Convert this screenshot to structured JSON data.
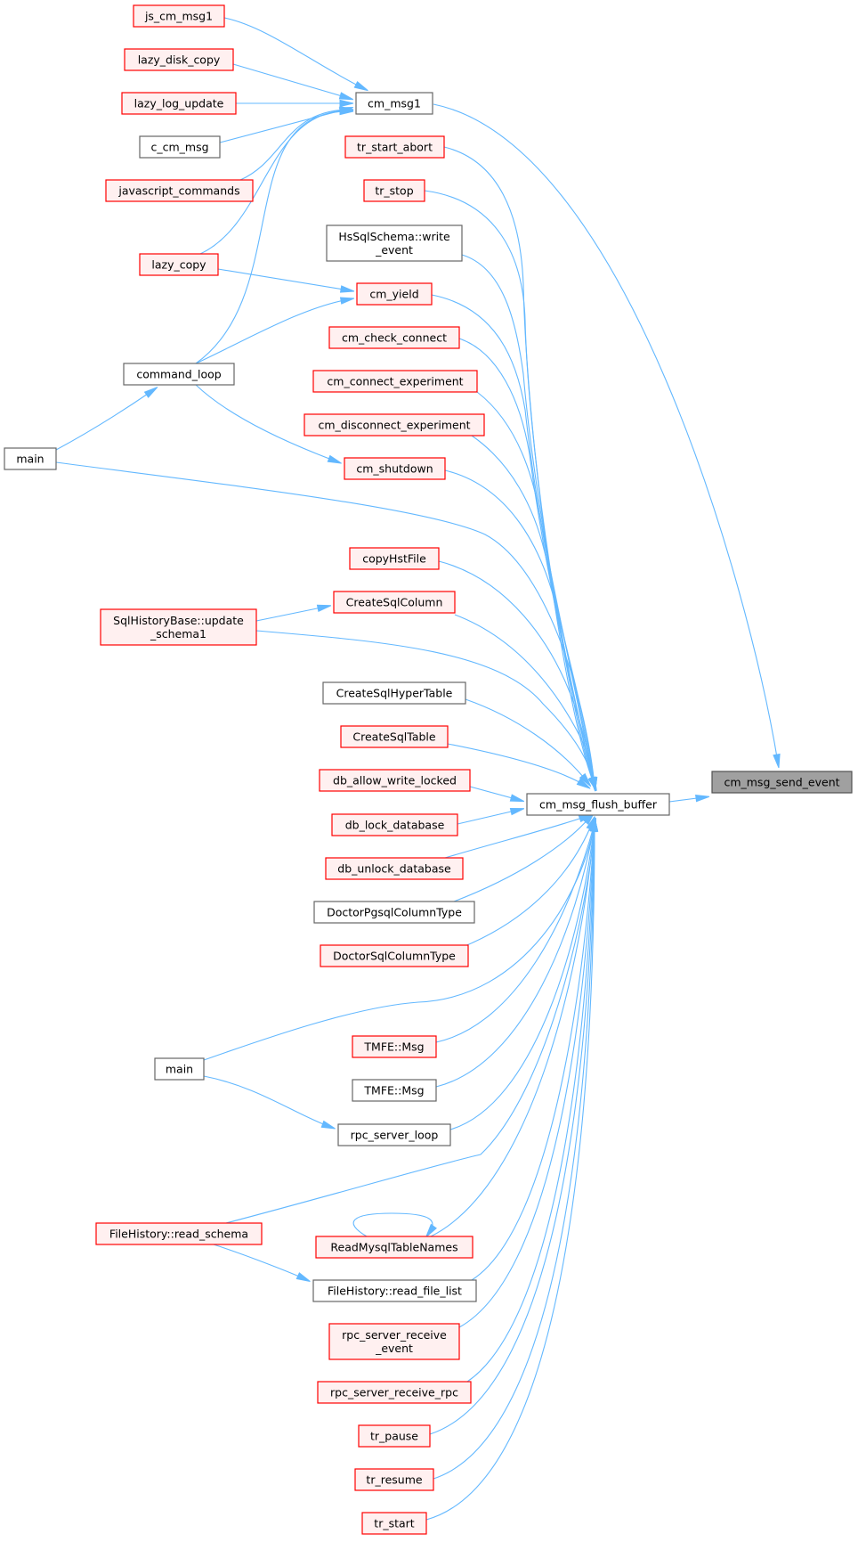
{
  "colors": {
    "edge": "#63b8ff",
    "focus_fill": "#a0a0a0",
    "focus_stroke": "#505050",
    "incomplete_fill": "#fff0f0",
    "incomplete_stroke": "#ff0000",
    "complete_fill": "#ffffff",
    "complete_stroke": "#666666"
  },
  "nodes": [
    {
      "id": "cm_msg_send_event",
      "lines": [
        "cm_msg_send_event"
      ],
      "style": "focus"
    },
    {
      "id": "cm_msg_flush_buffer",
      "lines": [
        "cm_msg_flush_buffer"
      ],
      "style": "complete"
    },
    {
      "id": "cm_msg1",
      "lines": [
        "cm_msg1"
      ],
      "style": "complete"
    },
    {
      "id": "js_cm_msg1",
      "lines": [
        "js_cm_msg1"
      ],
      "style": "incomplete"
    },
    {
      "id": "lazy_disk_copy",
      "lines": [
        "lazy_disk_copy"
      ],
      "style": "incomplete"
    },
    {
      "id": "lazy_log_update",
      "lines": [
        "lazy_log_update"
      ],
      "style": "incomplete"
    },
    {
      "id": "c_cm_msg",
      "lines": [
        "c_cm_msg"
      ],
      "style": "complete"
    },
    {
      "id": "javascript_commands",
      "lines": [
        "javascript_commands"
      ],
      "style": "incomplete"
    },
    {
      "id": "lazy_copy",
      "lines": [
        "lazy_copy"
      ],
      "style": "incomplete"
    },
    {
      "id": "command_loop",
      "lines": [
        "command_loop"
      ],
      "style": "complete"
    },
    {
      "id": "main1",
      "lines": [
        "main"
      ],
      "style": "complete"
    },
    {
      "id": "tr_start_abort",
      "lines": [
        "tr_start_abort"
      ],
      "style": "incomplete"
    },
    {
      "id": "tr_stop",
      "lines": [
        "tr_stop"
      ],
      "style": "incomplete"
    },
    {
      "id": "hs_write_event",
      "lines": [
        "HsSqlSchema::write",
        "_event"
      ],
      "style": "complete"
    },
    {
      "id": "cm_yield",
      "lines": [
        "cm_yield"
      ],
      "style": "incomplete"
    },
    {
      "id": "cm_check_connect",
      "lines": [
        "cm_check_connect"
      ],
      "style": "incomplete"
    },
    {
      "id": "cm_connect_experiment",
      "lines": [
        "cm_connect_experiment"
      ],
      "style": "incomplete"
    },
    {
      "id": "cm_disconnect_experiment",
      "lines": [
        "cm_disconnect_experiment"
      ],
      "style": "incomplete"
    },
    {
      "id": "cm_shutdown",
      "lines": [
        "cm_shutdown"
      ],
      "style": "incomplete"
    },
    {
      "id": "copyHstFile",
      "lines": [
        "copyHstFile"
      ],
      "style": "incomplete"
    },
    {
      "id": "CreateSqlColumn",
      "lines": [
        "CreateSqlColumn"
      ],
      "style": "incomplete"
    },
    {
      "id": "update_schema1",
      "lines": [
        "SqlHistoryBase::update",
        "_schema1"
      ],
      "style": "incomplete"
    },
    {
      "id": "CreateSqlHyperTable",
      "lines": [
        "CreateSqlHyperTable"
      ],
      "style": "complete"
    },
    {
      "id": "CreateSqlTable",
      "lines": [
        "CreateSqlTable"
      ],
      "style": "incomplete"
    },
    {
      "id": "db_allow_write_locked",
      "lines": [
        "db_allow_write_locked"
      ],
      "style": "incomplete"
    },
    {
      "id": "db_lock_database",
      "lines": [
        "db_lock_database"
      ],
      "style": "incomplete"
    },
    {
      "id": "db_unlock_database",
      "lines": [
        "db_unlock_database"
      ],
      "style": "incomplete"
    },
    {
      "id": "DoctorPgsqlColumnType",
      "lines": [
        "DoctorPgsqlColumnType"
      ],
      "style": "complete"
    },
    {
      "id": "DoctorSqlColumnType",
      "lines": [
        "DoctorSqlColumnType"
      ],
      "style": "incomplete"
    },
    {
      "id": "main2",
      "lines": [
        "main"
      ],
      "style": "complete"
    },
    {
      "id": "tmfe_msg1",
      "lines": [
        "TMFE::Msg"
      ],
      "style": "incomplete"
    },
    {
      "id": "tmfe_msg2",
      "lines": [
        "TMFE::Msg"
      ],
      "style": "complete"
    },
    {
      "id": "rpc_server_loop",
      "lines": [
        "rpc_server_loop"
      ],
      "style": "complete"
    },
    {
      "id": "read_schema",
      "lines": [
        "FileHistory::read_schema"
      ],
      "style": "incomplete"
    },
    {
      "id": "ReadMysqlTableNames",
      "lines": [
        "ReadMysqlTableNames"
      ],
      "style": "incomplete"
    },
    {
      "id": "read_file_list",
      "lines": [
        "FileHistory::read_file_list"
      ],
      "style": "complete"
    },
    {
      "id": "rpc_server_receive_event",
      "lines": [
        "rpc_server_receive",
        "_event"
      ],
      "style": "incomplete"
    },
    {
      "id": "rpc_server_receive_rpc",
      "lines": [
        "rpc_server_receive_rpc"
      ],
      "style": "incomplete"
    },
    {
      "id": "tr_pause",
      "lines": [
        "tr_pause"
      ],
      "style": "incomplete"
    },
    {
      "id": "tr_resume",
      "lines": [
        "tr_resume"
      ],
      "style": "incomplete"
    },
    {
      "id": "tr_start",
      "lines": [
        "tr_start"
      ],
      "style": "incomplete"
    }
  ],
  "edges": [
    {
      "from": "cm_msg1",
      "to": "cm_msg_send_event"
    },
    {
      "from": "cm_msg_flush_buffer",
      "to": "cm_msg_send_event"
    },
    {
      "from": "js_cm_msg1",
      "to": "cm_msg1"
    },
    {
      "from": "lazy_disk_copy",
      "to": "cm_msg1"
    },
    {
      "from": "lazy_log_update",
      "to": "cm_msg1"
    },
    {
      "from": "c_cm_msg",
      "to": "cm_msg1"
    },
    {
      "from": "javascript_commands",
      "to": "cm_msg1"
    },
    {
      "from": "lazy_copy",
      "to": "cm_msg1"
    },
    {
      "from": "command_loop",
      "to": "cm_msg1"
    },
    {
      "from": "lazy_copy",
      "to": "cm_yield"
    },
    {
      "from": "command_loop",
      "to": "cm_yield"
    },
    {
      "from": "command_loop",
      "to": "cm_shutdown"
    },
    {
      "from": "main1",
      "to": "command_loop"
    },
    {
      "from": "main1",
      "to": "cm_msg_flush_buffer"
    },
    {
      "from": "update_schema1",
      "to": "CreateSqlColumn"
    },
    {
      "from": "update_schema1",
      "to": "cm_msg_flush_buffer"
    },
    {
      "from": "main2",
      "to": "rpc_server_loop"
    },
    {
      "from": "main2",
      "to": "cm_msg_flush_buffer"
    },
    {
      "from": "read_schema",
      "to": "read_file_list"
    },
    {
      "from": "read_schema",
      "to": "cm_msg_flush_buffer"
    },
    {
      "from": "ReadMysqlTableNames",
      "to": "ReadMysqlTableNames"
    },
    {
      "from": "tr_start_abort",
      "to": "cm_msg_flush_buffer"
    },
    {
      "from": "tr_stop",
      "to": "cm_msg_flush_buffer"
    },
    {
      "from": "hs_write_event",
      "to": "cm_msg_flush_buffer"
    },
    {
      "from": "cm_yield",
      "to": "cm_msg_flush_buffer"
    },
    {
      "from": "cm_check_connect",
      "to": "cm_msg_flush_buffer"
    },
    {
      "from": "cm_connect_experiment",
      "to": "cm_msg_flush_buffer"
    },
    {
      "from": "cm_disconnect_experiment",
      "to": "cm_msg_flush_buffer"
    },
    {
      "from": "cm_shutdown",
      "to": "cm_msg_flush_buffer"
    },
    {
      "from": "copyHstFile",
      "to": "cm_msg_flush_buffer"
    },
    {
      "from": "CreateSqlColumn",
      "to": "cm_msg_flush_buffer"
    },
    {
      "from": "CreateSqlHyperTable",
      "to": "cm_msg_flush_buffer"
    },
    {
      "from": "CreateSqlTable",
      "to": "cm_msg_flush_buffer"
    },
    {
      "from": "db_allow_write_locked",
      "to": "cm_msg_flush_buffer"
    },
    {
      "from": "db_lock_database",
      "to": "cm_msg_flush_buffer"
    },
    {
      "from": "db_unlock_database",
      "to": "cm_msg_flush_buffer"
    },
    {
      "from": "DoctorPgsqlColumnType",
      "to": "cm_msg_flush_buffer"
    },
    {
      "from": "DoctorSqlColumnType",
      "to": "cm_msg_flush_buffer"
    },
    {
      "from": "tmfe_msg1",
      "to": "cm_msg_flush_buffer"
    },
    {
      "from": "tmfe_msg2",
      "to": "cm_msg_flush_buffer"
    },
    {
      "from": "rpc_server_loop",
      "to": "cm_msg_flush_buffer"
    },
    {
      "from": "ReadMysqlTableNames",
      "to": "cm_msg_flush_buffer"
    },
    {
      "from": "read_file_list",
      "to": "cm_msg_flush_buffer"
    },
    {
      "from": "rpc_server_receive_event",
      "to": "cm_msg_flush_buffer"
    },
    {
      "from": "rpc_server_receive_rpc",
      "to": "cm_msg_flush_buffer"
    },
    {
      "from": "tr_pause",
      "to": "cm_msg_flush_buffer"
    },
    {
      "from": "tr_resume",
      "to": "cm_msg_flush_buffer"
    },
    {
      "from": "tr_start",
      "to": "cm_msg_flush_buffer"
    }
  ]
}
